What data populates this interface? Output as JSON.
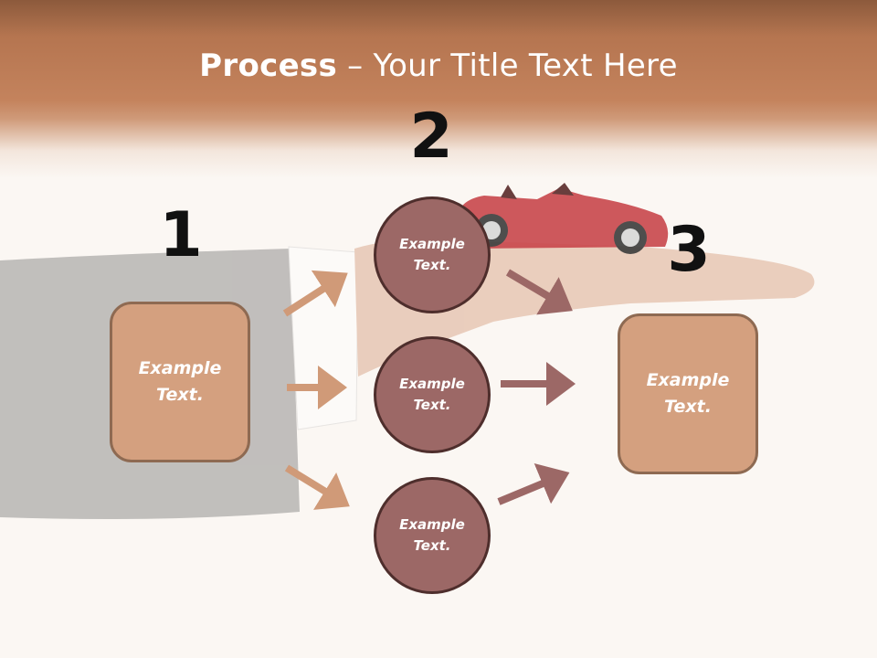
{
  "title": {
    "bold": "Process",
    "dash": " – ",
    "rest": "Your Title Text Here"
  },
  "steps": [
    {
      "number": "1",
      "text": "Example\nText."
    },
    {
      "number": "2",
      "text": "Example\nText."
    },
    {
      "number": "3",
      "text": "Example\nText."
    }
  ],
  "middle_nodes": [
    {
      "text": "Example\nText."
    },
    {
      "text": "Example\nText."
    },
    {
      "text": "Example\nText."
    }
  ],
  "colors": {
    "box_fill": "#d4a07f",
    "circle_fill": "#9c6866",
    "arrow_left": "#d09a78",
    "arrow_right": "#9c6866"
  },
  "icons": [
    "car-photo",
    "hand-photo"
  ]
}
